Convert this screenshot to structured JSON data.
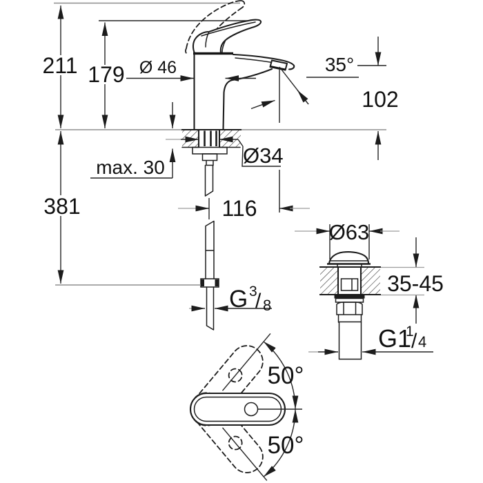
{
  "drawing": {
    "type": "faucet technical dimension drawing",
    "labels": {
      "overall_height": "211",
      "spout_top_height": "179",
      "body_diameter": "Ø 46",
      "aerator_angle": "35°",
      "outlet_height": "102",
      "max_deck": "max. 30",
      "hole_diameter": "Ø34",
      "supply_length": "381",
      "spout_reach": "116",
      "waste_diameter": "Ø63",
      "waste_deck_range": "35-45",
      "swing_upper": "50°",
      "swing_lower": "50°",
      "hose_thread_base": "G",
      "hose_thread_num": "3",
      "hose_thread_slash": "/",
      "hose_thread_den": "8",
      "waste_thread_base": "G1",
      "waste_thread_num": "1",
      "waste_thread_slash": "/",
      "waste_thread_den": "4"
    },
    "colors": {
      "line": "#1c1c1c",
      "dimension": "#232323",
      "reference_gray": "#8d8d8d",
      "tail_gray": "#9c9c9c",
      "background": "#ffffff"
    }
  }
}
